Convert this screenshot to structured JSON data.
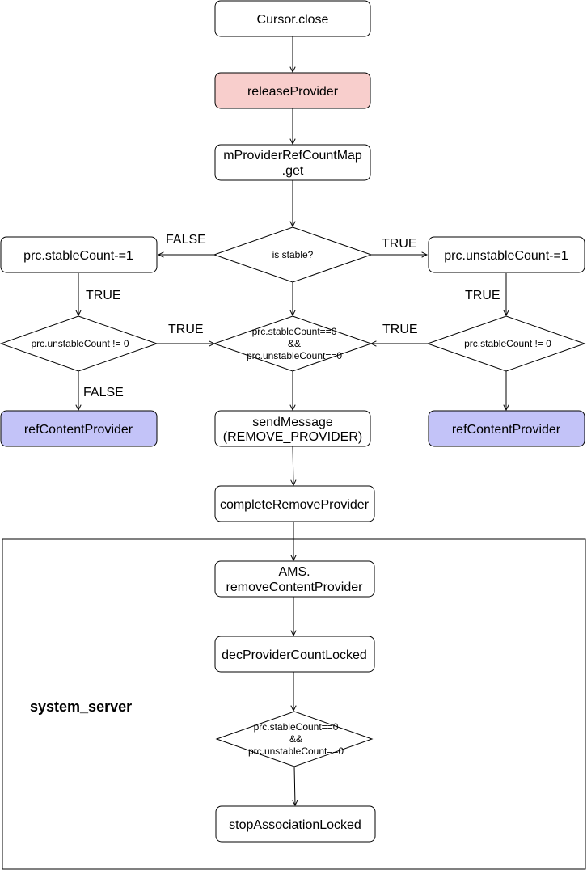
{
  "nodes": {
    "cursor_close": "Cursor.close",
    "release_provider": "releaseProvider",
    "map_get": [
      "mProviderRefCountMap",
      ".get"
    ],
    "is_stable": "is stable?",
    "stable_dec": "prc.stableCount-=1",
    "unstable_dec": "prc.unstableCount-=1",
    "unstable_check": "prc.unstableCount != 0",
    "stable_check": "prc.stableCount != 0",
    "both_zero_check": [
      "prc.stableCount==0",
      "&&",
      "prc.unstableCount==0"
    ],
    "ref_provider_left": "refContentProvider",
    "ref_provider_right": "refContentProvider",
    "send_message": [
      "sendMessage",
      "(REMOVE_PROVIDER)"
    ],
    "complete_remove": "completeRemoveProvider",
    "ams_remove": [
      "AMS.",
      "removeContentProvider"
    ],
    "dec_provider_count": "decProviderCountLocked",
    "server_both_zero_check": [
      "prc.stableCount==0",
      "&&",
      "prc.unstableCount==0"
    ],
    "stop_association": "stopAssociationLocked"
  },
  "edge_labels": {
    "false_to_stable": "FALSE",
    "true_to_unstable": "TRUE",
    "true_left_down": "TRUE",
    "true_right_down": "TRUE",
    "true_left_to_center": "TRUE",
    "true_right_to_center": "TRUE",
    "false_left_down": "FALSE"
  },
  "group": {
    "label": "system_server"
  },
  "colors": {
    "release_fill": "#f8cecc",
    "ref_fill": "#c3c3f8",
    "default_fill": "#ffffff",
    "stroke": "#000000"
  }
}
